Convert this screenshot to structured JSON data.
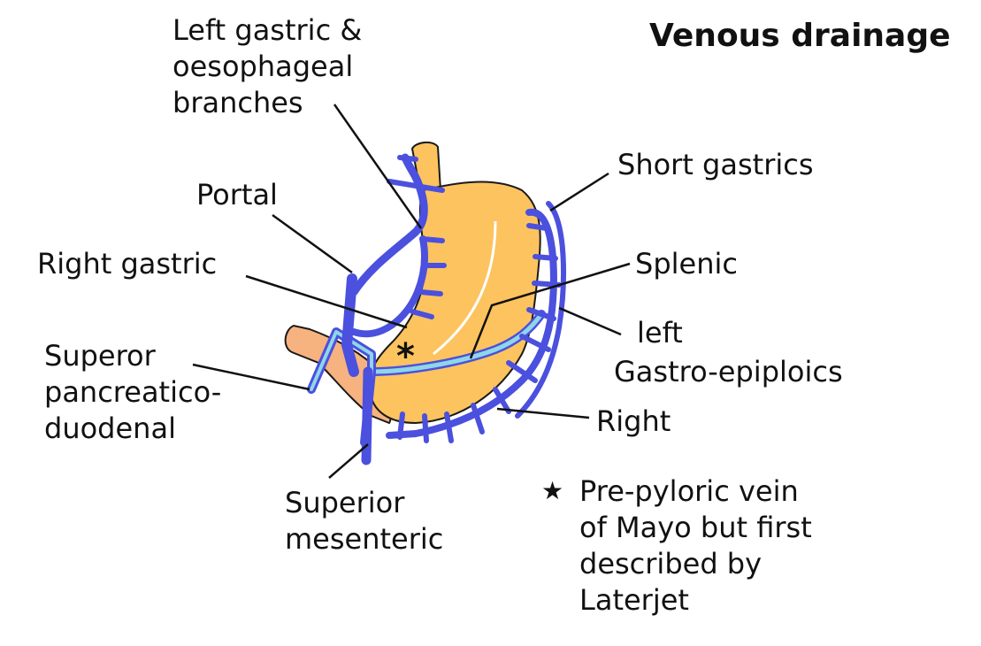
{
  "title": "Venous drainage",
  "labels": {
    "left_gastric": [
      "Left gastric &",
      "oesophageal",
      "branches"
    ],
    "portal": "Portal",
    "right_gastric": "Right gastric",
    "sup_pancreatico": [
      "Superor",
      "pancreatico-",
      "duodenal"
    ],
    "short_gastrics": "Short gastrics",
    "splenic": "Splenic",
    "left": "left",
    "gastro_epiploics": "Gastro-epiploics",
    "right": "Right",
    "sup_mesenteric": [
      "Superior",
      "mesenteric"
    ],
    "star_note": [
      "Pre-pyloric vein",
      "of Mayo but first",
      "described by",
      "Laterjet"
    ],
    "star_symbol": "★",
    "diagram_star": "*"
  },
  "colors": {
    "stomach_fill": "#fdc35f",
    "stomach_stroke": "#1a1a1a",
    "esophagus_fill": "#fdc35f",
    "duodenum_fill": "#f6b27f",
    "vein": "#4b50de",
    "vein_light": "#8fd6e6",
    "leader": "#111111"
  }
}
